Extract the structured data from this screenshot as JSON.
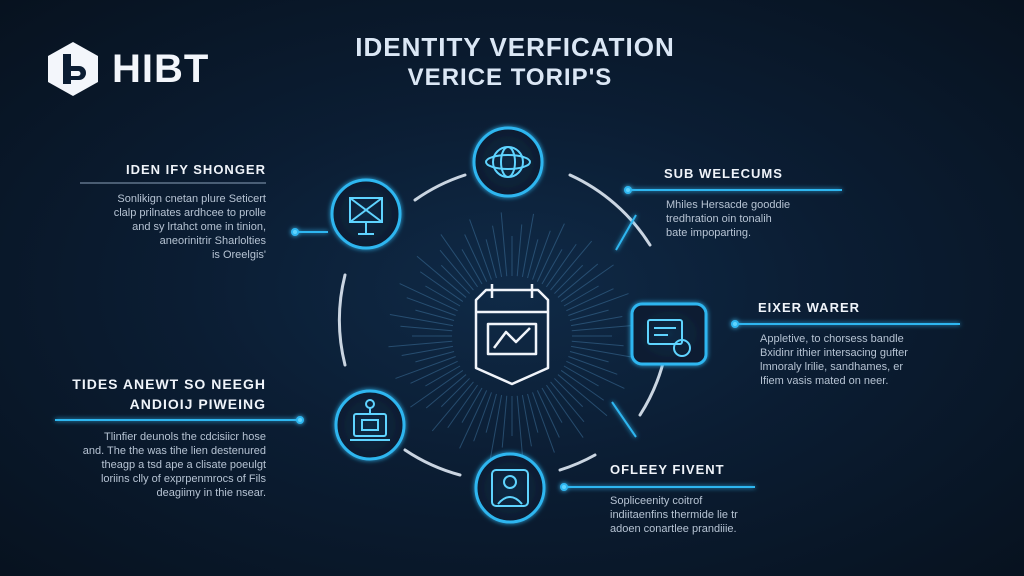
{
  "brand": {
    "name": "HIBT"
  },
  "title": {
    "line1": "IDENTITY VERFICATION",
    "line2": "VERICE TORIP'S"
  },
  "panels": {
    "top_left": {
      "heading": "IDEN IFY SHONGER",
      "lines": [
        "Sonlikign cnetan plure Seticert",
        "clalp prilnates ardhcee to prolle",
        "and sy lrtahct ome in tinion,",
        "aneorinitrir Sharlolties",
        "is Oreelgis'"
      ]
    },
    "bottom_left": {
      "heading1": "TIDES ANEWT SO NEEGH",
      "heading2": "ANDIOIJ PIWEING",
      "lines": [
        "Tlinfier deunols the cdcisiicr hose",
        "and. The the was tihe lien destenured",
        "theagp a tsd ape a clisate poeulgt",
        "loriins clly of exprpenmrocs of Fils",
        "deagiimy in thie nsear."
      ]
    },
    "top_right": {
      "heading": "SUB WELECUMS",
      "lines": [
        "Mhiles Hersacde gooddie",
        "tredhration oin tonalih",
        "bate impoparting."
      ]
    },
    "middle_right": {
      "heading": "EIXER WARER",
      "lines": [
        "Appletive, to chorsess bandle",
        "Bxidinr ithier intersacing gufter",
        "lmnoraly lrilie, sandhames, er",
        "Ifiem vasis mated on neer."
      ]
    },
    "bottom_right": {
      "heading": "OFLEEY FIVENT",
      "lines": [
        "Sopliceenity coitrof",
        "indiitaenfins thermide lie tr",
        "adoen conartlee prandiiie."
      ]
    }
  },
  "colors": {
    "accent": "#2fb6f0",
    "glow": "#5fd4ff",
    "background": "#0b1d33"
  },
  "icons": [
    "hexagon-logo-icon",
    "calendar-center-icon",
    "globe-icon",
    "id-card-icon",
    "fingerprint-screen-icon",
    "document-monitor-icon",
    "person-profile-icon"
  ]
}
